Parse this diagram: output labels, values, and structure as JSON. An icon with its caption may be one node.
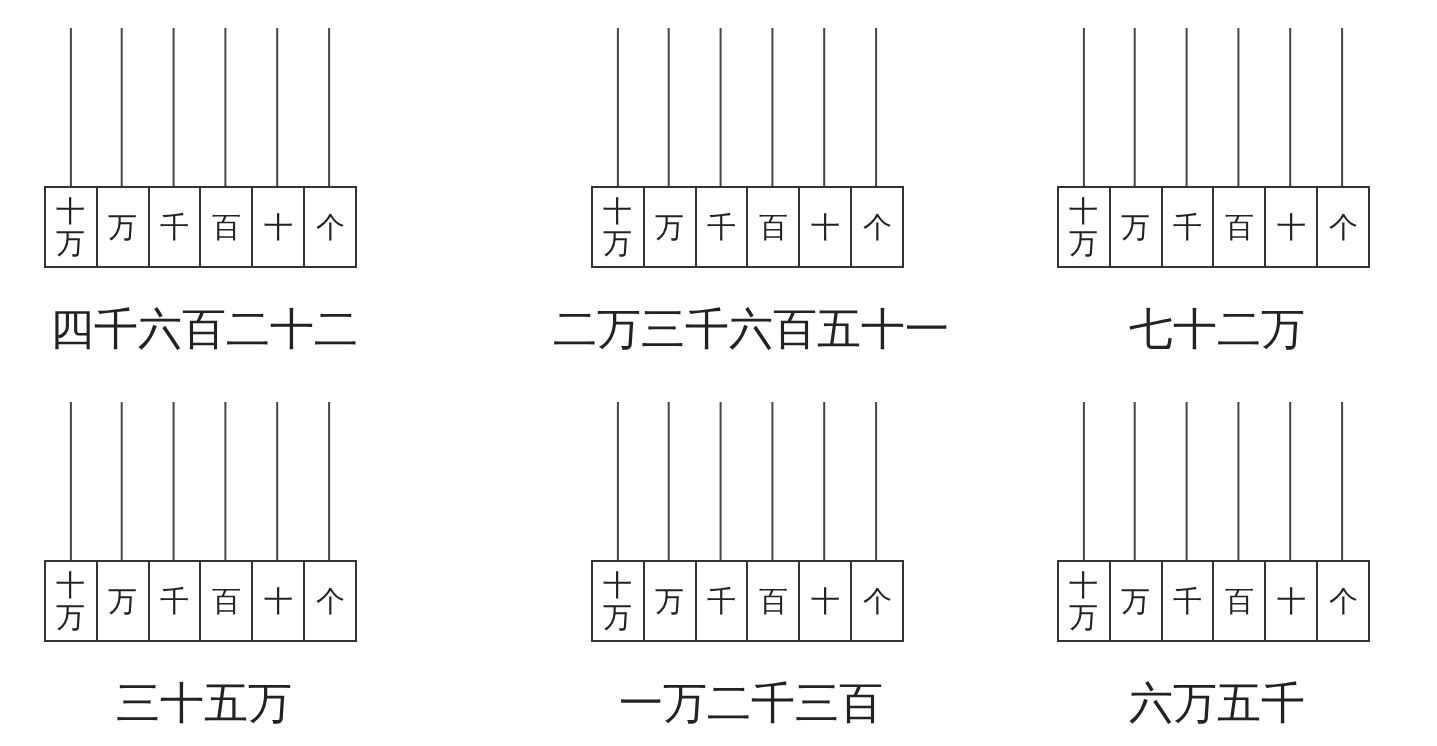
{
  "diagram": {
    "nodes": [
      {
        "text": [],
        "shape": "box",
        "beside": [
          "四千六百二十二"
        ]
      },
      {
        "text": [
          "十万"
        ],
        "in": 0
      },
      {
        "text": [
          "万"
        ],
        "in": 0
      },
      {
        "text": [
          "千"
        ],
        "in": 0
      },
      {
        "text": [
          "百"
        ],
        "in": 0
      },
      {
        "text": [
          "十"
        ],
        "in": 0
      },
      {
        "text": [
          "个"
        ],
        "in": 0
      },
      {
        "text": [],
        "shape": "box",
        "beside": [
          "二万三千六百五十一"
        ]
      },
      {
        "text": [
          "十万"
        ],
        "in": 7
      },
      {
        "text": [
          "万"
        ],
        "in": 7
      },
      {
        "text": [
          "千"
        ],
        "in": 7
      },
      {
        "text": [
          "百"
        ],
        "in": 7
      },
      {
        "text": [
          "十"
        ],
        "in": 7
      },
      {
        "text": [
          "个"
        ],
        "in": 7
      },
      {
        "text": [],
        "shape": "box",
        "beside": [
          "七十二万"
        ]
      },
      {
        "text": [
          "十万"
        ],
        "in": 14
      },
      {
        "text": [
          "万"
        ],
        "in": 14
      },
      {
        "text": [
          "千"
        ],
        "in": 14
      },
      {
        "text": [
          "百"
        ],
        "in": 14
      },
      {
        "text": [
          "十"
        ],
        "in": 14
      },
      {
        "text": [
          "个"
        ],
        "in": 14
      },
      {
        "text": [],
        "shape": "box",
        "beside": [
          "三十五万"
        ]
      },
      {
        "text": [
          "十万"
        ],
        "in": 21
      },
      {
        "text": [
          "万"
        ],
        "in": 21
      },
      {
        "text": [
          "千"
        ],
        "in": 21
      },
      {
        "text": [
          "百"
        ],
        "in": 21
      },
      {
        "text": [
          "十"
        ],
        "in": 21
      },
      {
        "text": [
          "个"
        ],
        "in": 21
      },
      {
        "text": [],
        "shape": "box",
        "beside": [
          "一万二千三百"
        ]
      },
      {
        "text": [
          "十万"
        ],
        "in": 28
      },
      {
        "text": [
          "万"
        ],
        "in": 28
      },
      {
        "text": [
          "千"
        ],
        "in": 28
      },
      {
        "text": [
          "百"
        ],
        "in": 28
      },
      {
        "text": [
          "十"
        ],
        "in": 28
      },
      {
        "text": [
          "个"
        ],
        "in": 28
      },
      {
        "text": [],
        "shape": "box",
        "beside": [
          "六万五千"
        ]
      },
      {
        "text": [
          "十万"
        ],
        "in": 35
      },
      {
        "text": [
          "万"
        ],
        "in": 35
      },
      {
        "text": [
          "千"
        ],
        "in": 35
      },
      {
        "text": [
          "百"
        ],
        "in": 35
      },
      {
        "text": [
          "十"
        ],
        "in": 35
      },
      {
        "text": [
          "个"
        ],
        "in": 35
      }
    ]
  }
}
